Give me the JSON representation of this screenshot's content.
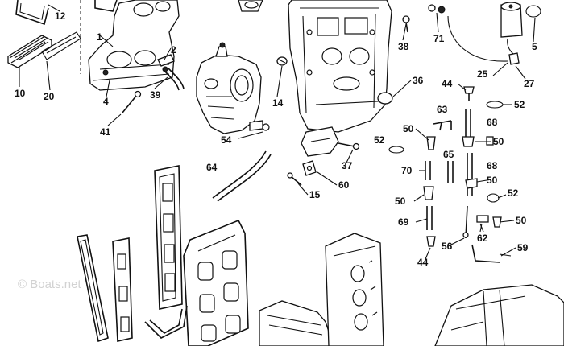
{
  "diagram": {
    "watermark": "© Boats.net",
    "callouts": [
      {
        "id": "12",
        "text": "12"
      },
      {
        "id": "1",
        "text": "1"
      },
      {
        "id": "2",
        "text": "2"
      },
      {
        "id": "10",
        "text": "10"
      },
      {
        "id": "20",
        "text": "20"
      },
      {
        "id": "4",
        "text": "4"
      },
      {
        "id": "39",
        "text": "39"
      },
      {
        "id": "41",
        "text": "41"
      },
      {
        "id": "14",
        "text": "14"
      },
      {
        "id": "54",
        "text": "54"
      },
      {
        "id": "64",
        "text": "64"
      },
      {
        "id": "38",
        "text": "38"
      },
      {
        "id": "71",
        "text": "71"
      },
      {
        "id": "5",
        "text": "5"
      },
      {
        "id": "25",
        "text": "25"
      },
      {
        "id": "27",
        "text": "27"
      },
      {
        "id": "36",
        "text": "36"
      },
      {
        "id": "44a",
        "text": "44"
      },
      {
        "id": "52a",
        "text": "52"
      },
      {
        "id": "63",
        "text": "63"
      },
      {
        "id": "68a",
        "text": "68"
      },
      {
        "id": "50a",
        "text": "50"
      },
      {
        "id": "50b",
        "text": "50"
      },
      {
        "id": "52b",
        "text": "52"
      },
      {
        "id": "65",
        "text": "65"
      },
      {
        "id": "68b",
        "text": "68"
      },
      {
        "id": "70",
        "text": "70"
      },
      {
        "id": "50c",
        "text": "50"
      },
      {
        "id": "50d",
        "text": "50"
      },
      {
        "id": "37",
        "text": "37"
      },
      {
        "id": "60",
        "text": "60"
      },
      {
        "id": "15",
        "text": "15"
      },
      {
        "id": "52c",
        "text": "52"
      },
      {
        "id": "50e",
        "text": "50"
      },
      {
        "id": "69",
        "text": "69"
      },
      {
        "id": "62",
        "text": "62"
      },
      {
        "id": "56",
        "text": "56"
      },
      {
        "id": "59",
        "text": "59"
      },
      {
        "id": "44b",
        "text": "44"
      }
    ]
  }
}
